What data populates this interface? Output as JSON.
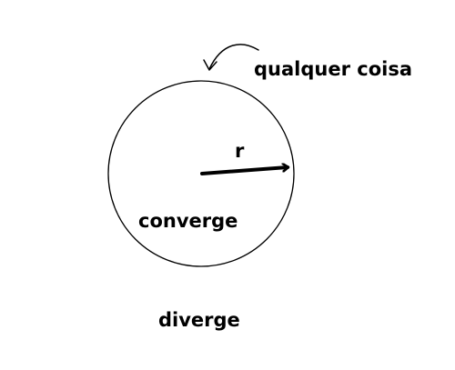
{
  "diagram": {
    "annotation": "qualquer coisa",
    "radius_label": "r",
    "inside_label": "converge",
    "outside_label": "diverge"
  }
}
